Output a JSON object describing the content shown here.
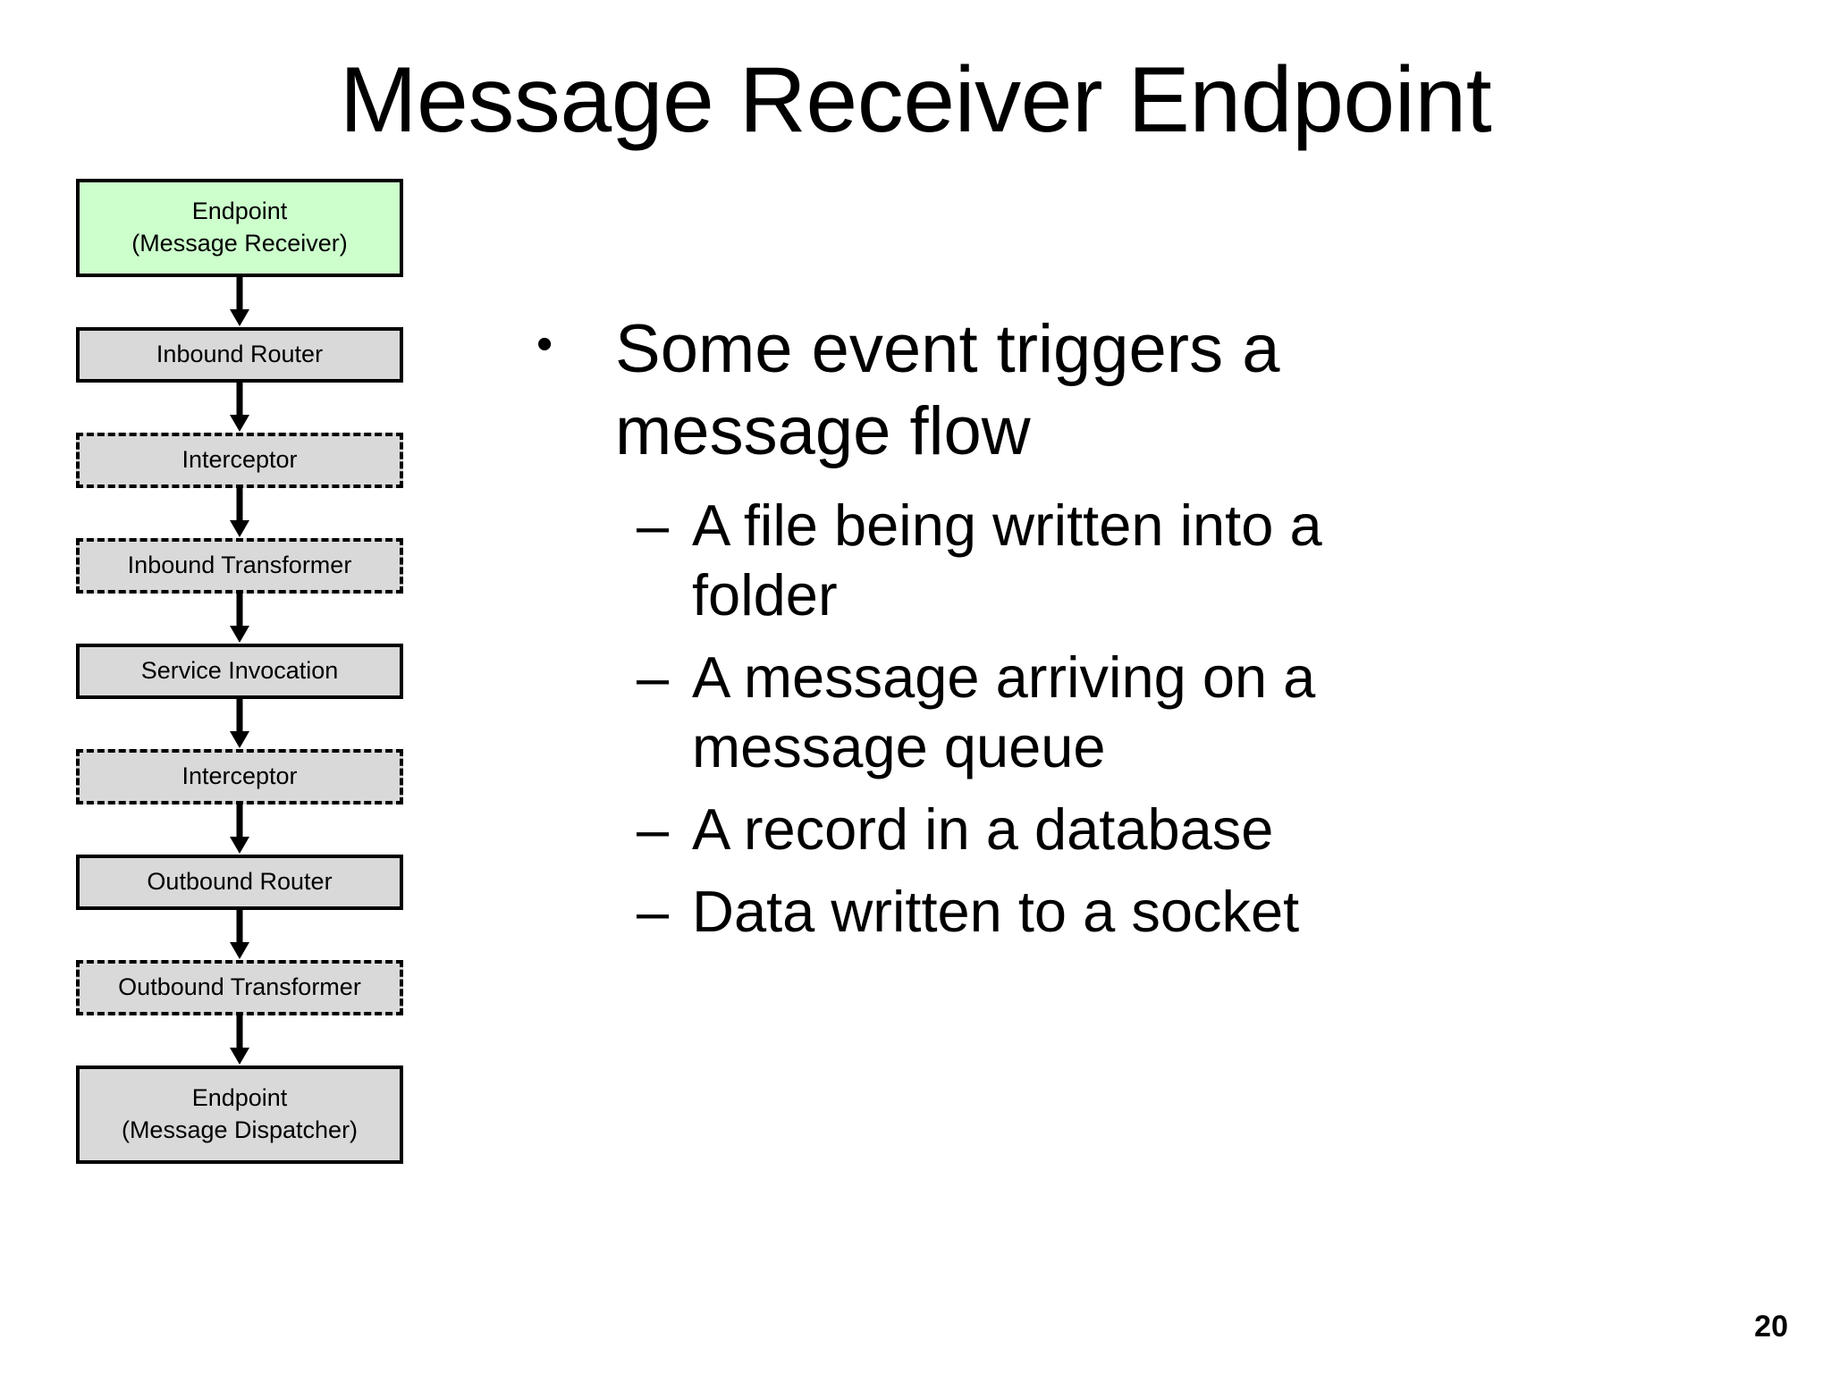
{
  "slide": {
    "title": "Message Receiver Endpoint",
    "page_number": "20"
  },
  "colors": {
    "highlight_node_fill": "#CCFFCC",
    "node_fill": "#D9D9D9",
    "node_stroke": "#000000",
    "background": "#FFFFFF",
    "text": "#000000"
  },
  "diagram": {
    "type": "vertical-flow",
    "nodes": [
      {
        "id": "endpoint-message-receiver",
        "line1": "Endpoint",
        "line2": "(Message Receiver)",
        "style": "solid",
        "fill": "green",
        "lines": 2
      },
      {
        "id": "inbound-router",
        "line1": "Inbound Router",
        "line2": "",
        "style": "solid",
        "fill": "gray",
        "lines": 1
      },
      {
        "id": "interceptor-1",
        "line1": "Interceptor",
        "line2": "",
        "style": "dashed",
        "fill": "gray",
        "lines": 1
      },
      {
        "id": "inbound-transformer",
        "line1": "Inbound Transformer",
        "line2": "",
        "style": "dashed",
        "fill": "gray",
        "lines": 1
      },
      {
        "id": "service-invocation",
        "line1": "Service Invocation",
        "line2": "",
        "style": "solid",
        "fill": "gray",
        "lines": 1
      },
      {
        "id": "interceptor-2",
        "line1": "Interceptor",
        "line2": "",
        "style": "dashed",
        "fill": "gray",
        "lines": 1
      },
      {
        "id": "outbound-router",
        "line1": "Outbound Router",
        "line2": "",
        "style": "solid",
        "fill": "gray",
        "lines": 1
      },
      {
        "id": "outbound-transformer",
        "line1": "Outbound Transformer",
        "line2": "",
        "style": "dashed",
        "fill": "gray",
        "lines": 1
      },
      {
        "id": "endpoint-message-dispatcher",
        "line1": "Endpoint",
        "line2": "(Message Dispatcher)",
        "style": "solid",
        "fill": "gray",
        "lines": 2
      }
    ],
    "connector_icon": "down-arrow-icon"
  },
  "content": {
    "bullets": [
      {
        "marker": "•",
        "text": "Some event triggers a message flow",
        "subitems": [
          {
            "marker": "–",
            "text": "A file being written into a folder"
          },
          {
            "marker": "–",
            "text": "A message arriving on a message queue"
          },
          {
            "marker": "–",
            "text": "A record in a database"
          },
          {
            "marker": "–",
            "text": "Data written to a socket"
          }
        ]
      }
    ]
  }
}
